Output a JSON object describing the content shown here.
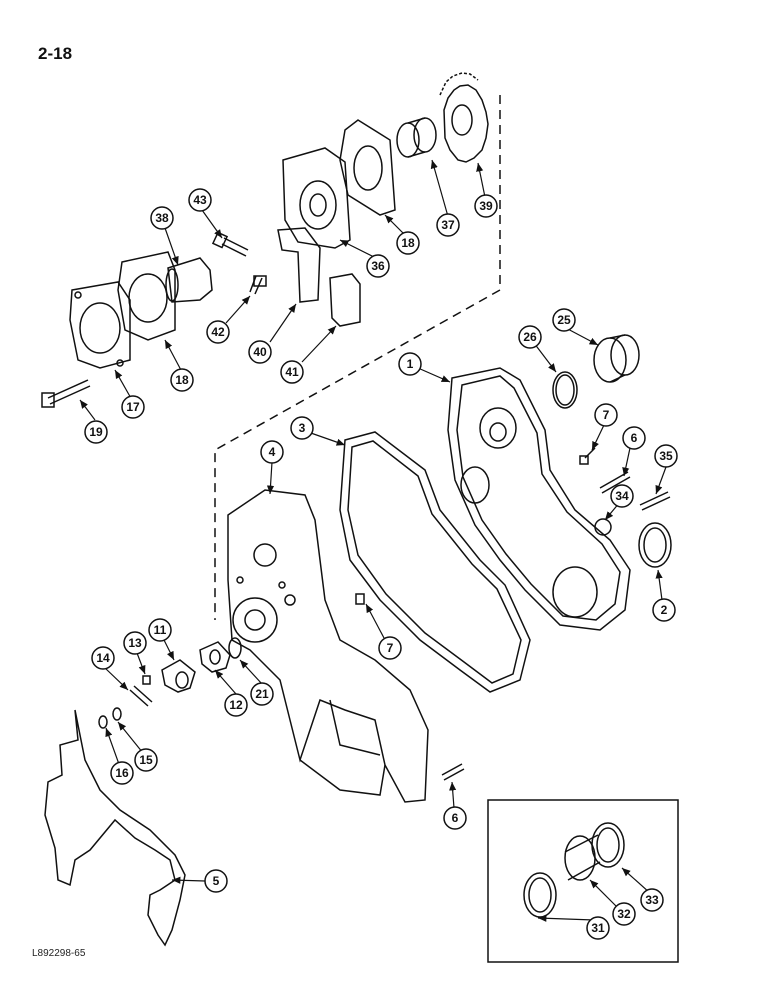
{
  "page": {
    "number": "2-18",
    "figure_ref": "L892298-65"
  },
  "callouts": [
    "1",
    "2",
    "3",
    "4",
    "5",
    "6",
    "6",
    "7",
    "7",
    "11",
    "12",
    "13",
    "14",
    "15",
    "16",
    "17",
    "18",
    "18",
    "19",
    "21",
    "25",
    "26",
    "31",
    "32",
    "33",
    "34",
    "35",
    "36",
    "37",
    "38",
    "39",
    "40",
    "41",
    "42",
    "43"
  ]
}
